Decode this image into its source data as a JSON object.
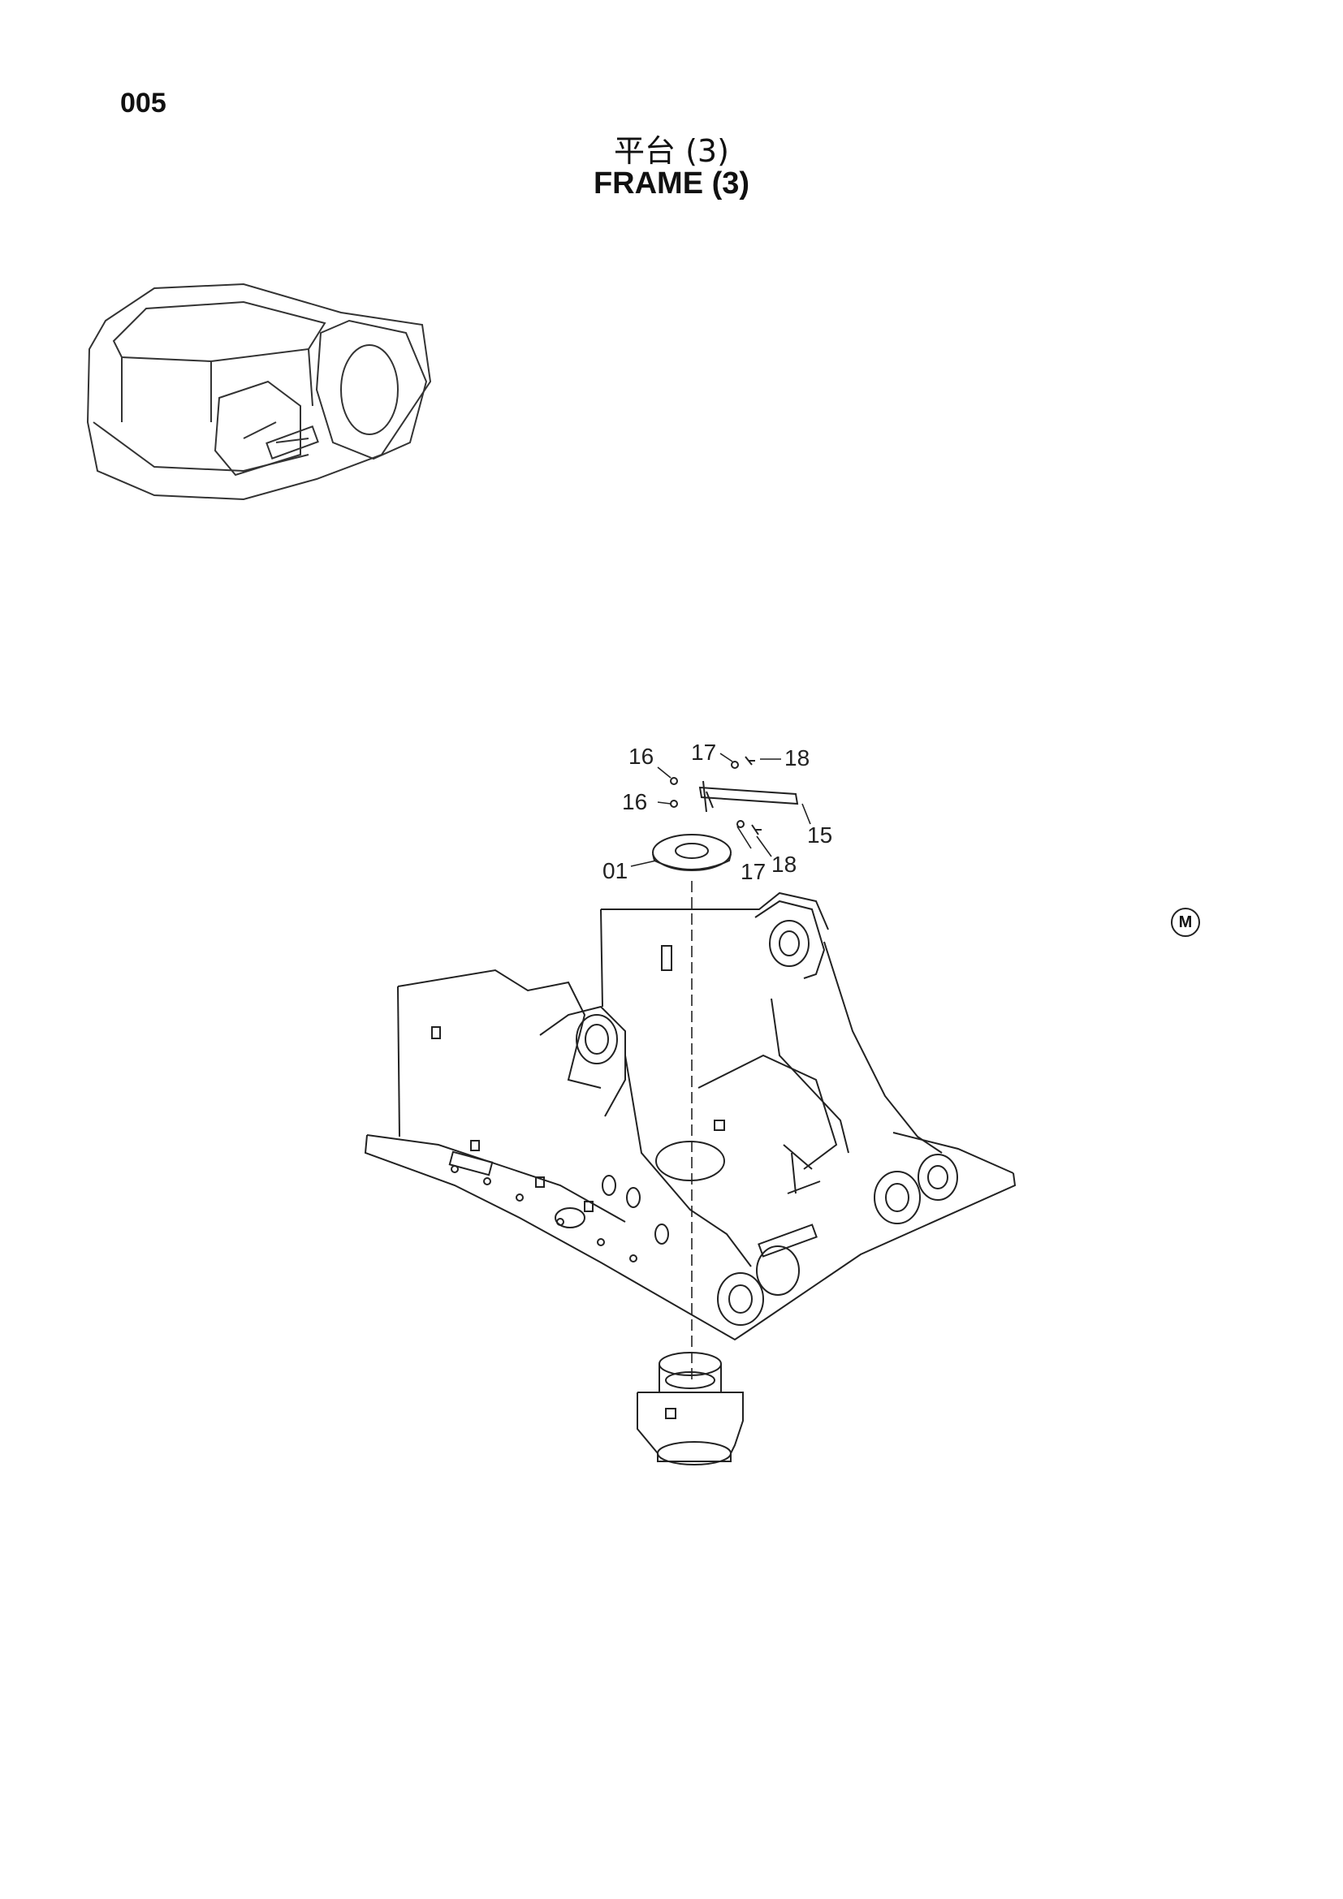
{
  "page": {
    "number": "005"
  },
  "title": {
    "chinese": "平台 (3)",
    "english": "FRAME (3)"
  },
  "callouts": {
    "c16a": "16",
    "c16b": "16",
    "c17a": "17",
    "c17b": "17",
    "c18a": "18",
    "c18b": "18",
    "c15": "15",
    "c01": "01"
  },
  "corner_mark": "M",
  "colors": {
    "line": "#222222",
    "background": "#ffffff"
  }
}
